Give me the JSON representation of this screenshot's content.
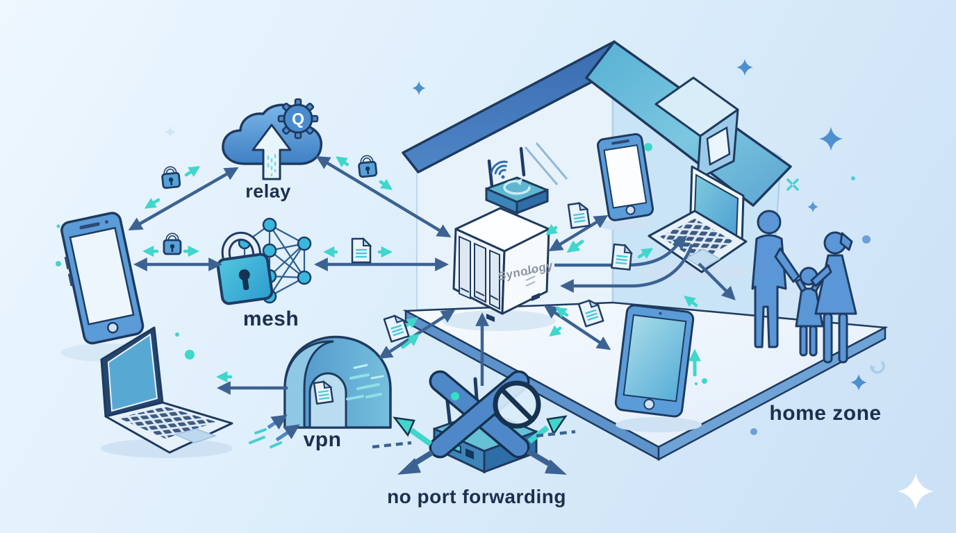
{
  "labels": {
    "relay": "relay",
    "mesh": "mesh",
    "vpn": "vpn",
    "no_port_forwarding": "no port forwarding",
    "home_zone": "home zone"
  },
  "nas": {
    "brand": "Synology"
  },
  "relay": {
    "gear_letter": "Q"
  },
  "colors": {
    "background_start": "#eef7fe",
    "background_end": "#c9e0f5",
    "outline_navy": "#1e3a5f",
    "label_text": "#1c2f4e",
    "arrow_navy": "#3c6292",
    "accent_teal": "#3fd6cb",
    "device_blue": "#5b9bd8",
    "roof_left": "#3e72b4",
    "roof_right": "#63b8d8",
    "nas_body": "#f5f8fc"
  },
  "icons": {
    "cloud": "cloud-upload-icon",
    "gear": "gear-icon",
    "padlock": "padlock-icon",
    "mesh_network": "mesh-network-icon",
    "vpn_tunnel": "tunnel-icon",
    "router": "router-icon",
    "no_entry": "no-entry-icon",
    "document": "document-icon",
    "wifi": "wifi-icon",
    "sparkle": "sparkle-icon"
  }
}
